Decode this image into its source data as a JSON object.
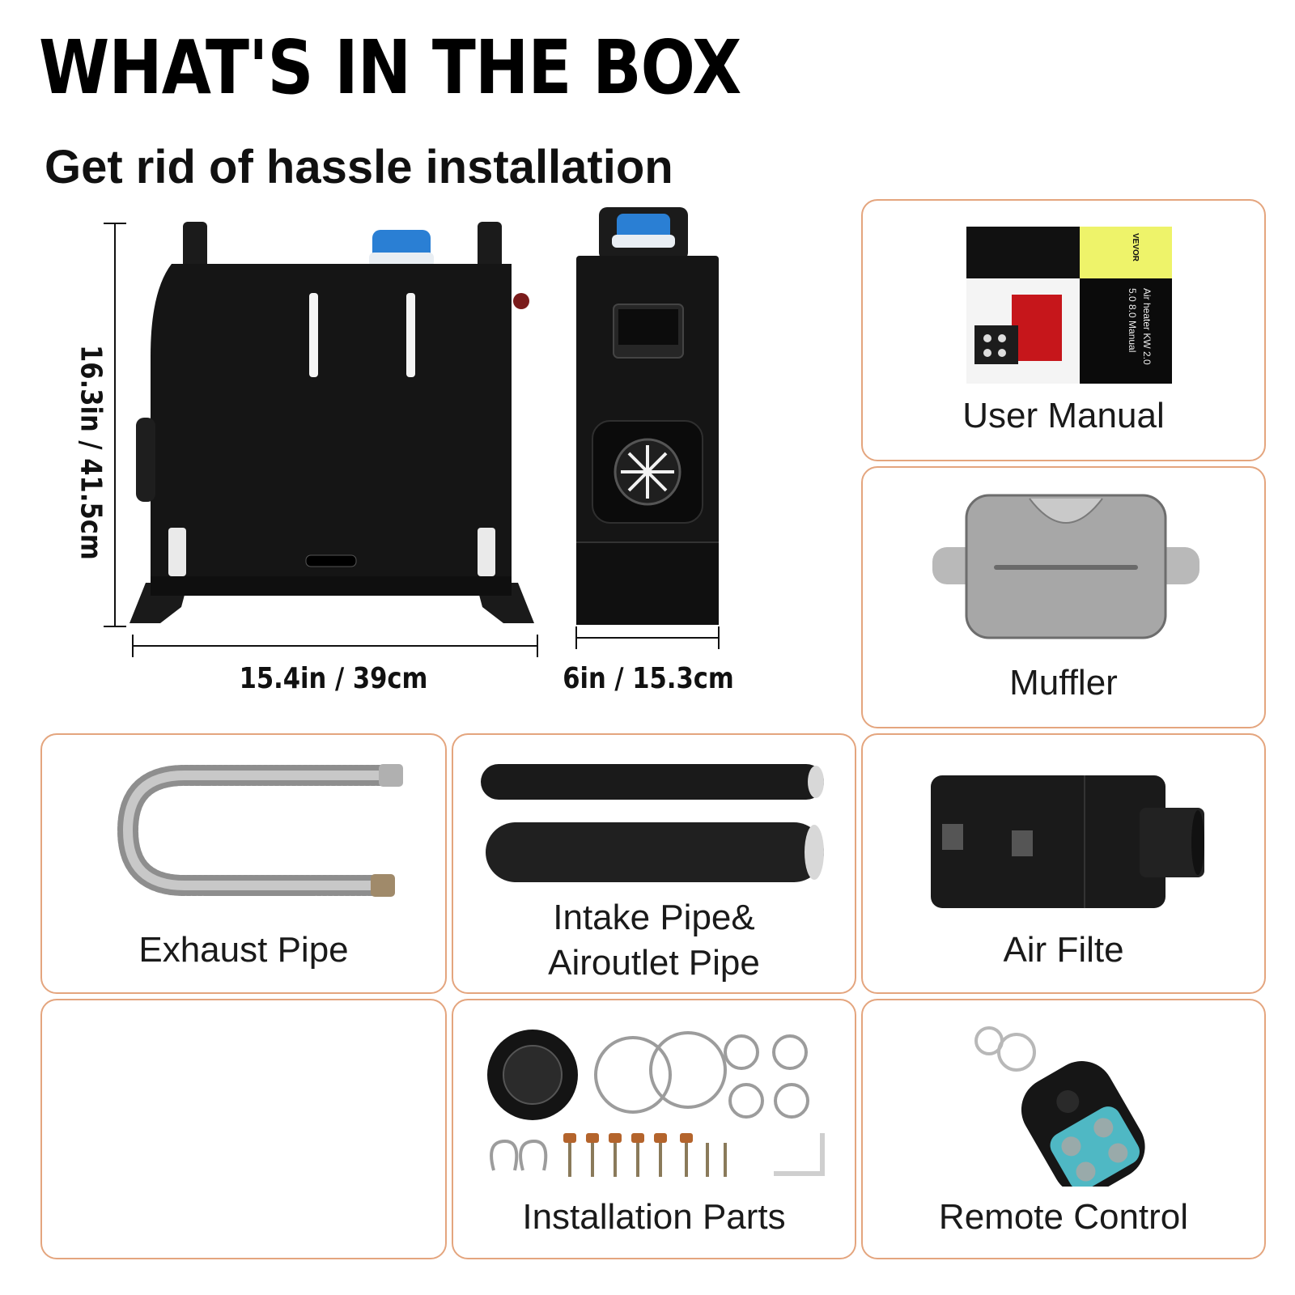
{
  "header": {
    "title": "WHAT'S IN THE BOX",
    "subtitle": "Get rid of hassle installation"
  },
  "dimensions": {
    "height": "16.3in / 41.5cm",
    "width": "15.4in / 39cm",
    "depth": "6in / 15.3cm"
  },
  "manual_cover": {
    "brand": "VEVOR",
    "text_line1": "Air heater KW 2.0",
    "text_line2": "5.0  8.0  Manual"
  },
  "items": {
    "user_manual": "User Manual",
    "muffler": "Muffler",
    "exhaust_pipe": "Exhaust Pipe",
    "intake_pipe_line1": "Intake Pipe&",
    "intake_pipe_line2": "Airoutlet Pipe",
    "air_filter": "Air Filte",
    "installation_parts": "Installation Parts",
    "remote_control": "Remote Control"
  },
  "colors": {
    "card_border": "#e4a57e",
    "heater_body": "#141414",
    "tank_cap": "#2a7fd4",
    "remote_buttons": "#4fb8c4"
  }
}
